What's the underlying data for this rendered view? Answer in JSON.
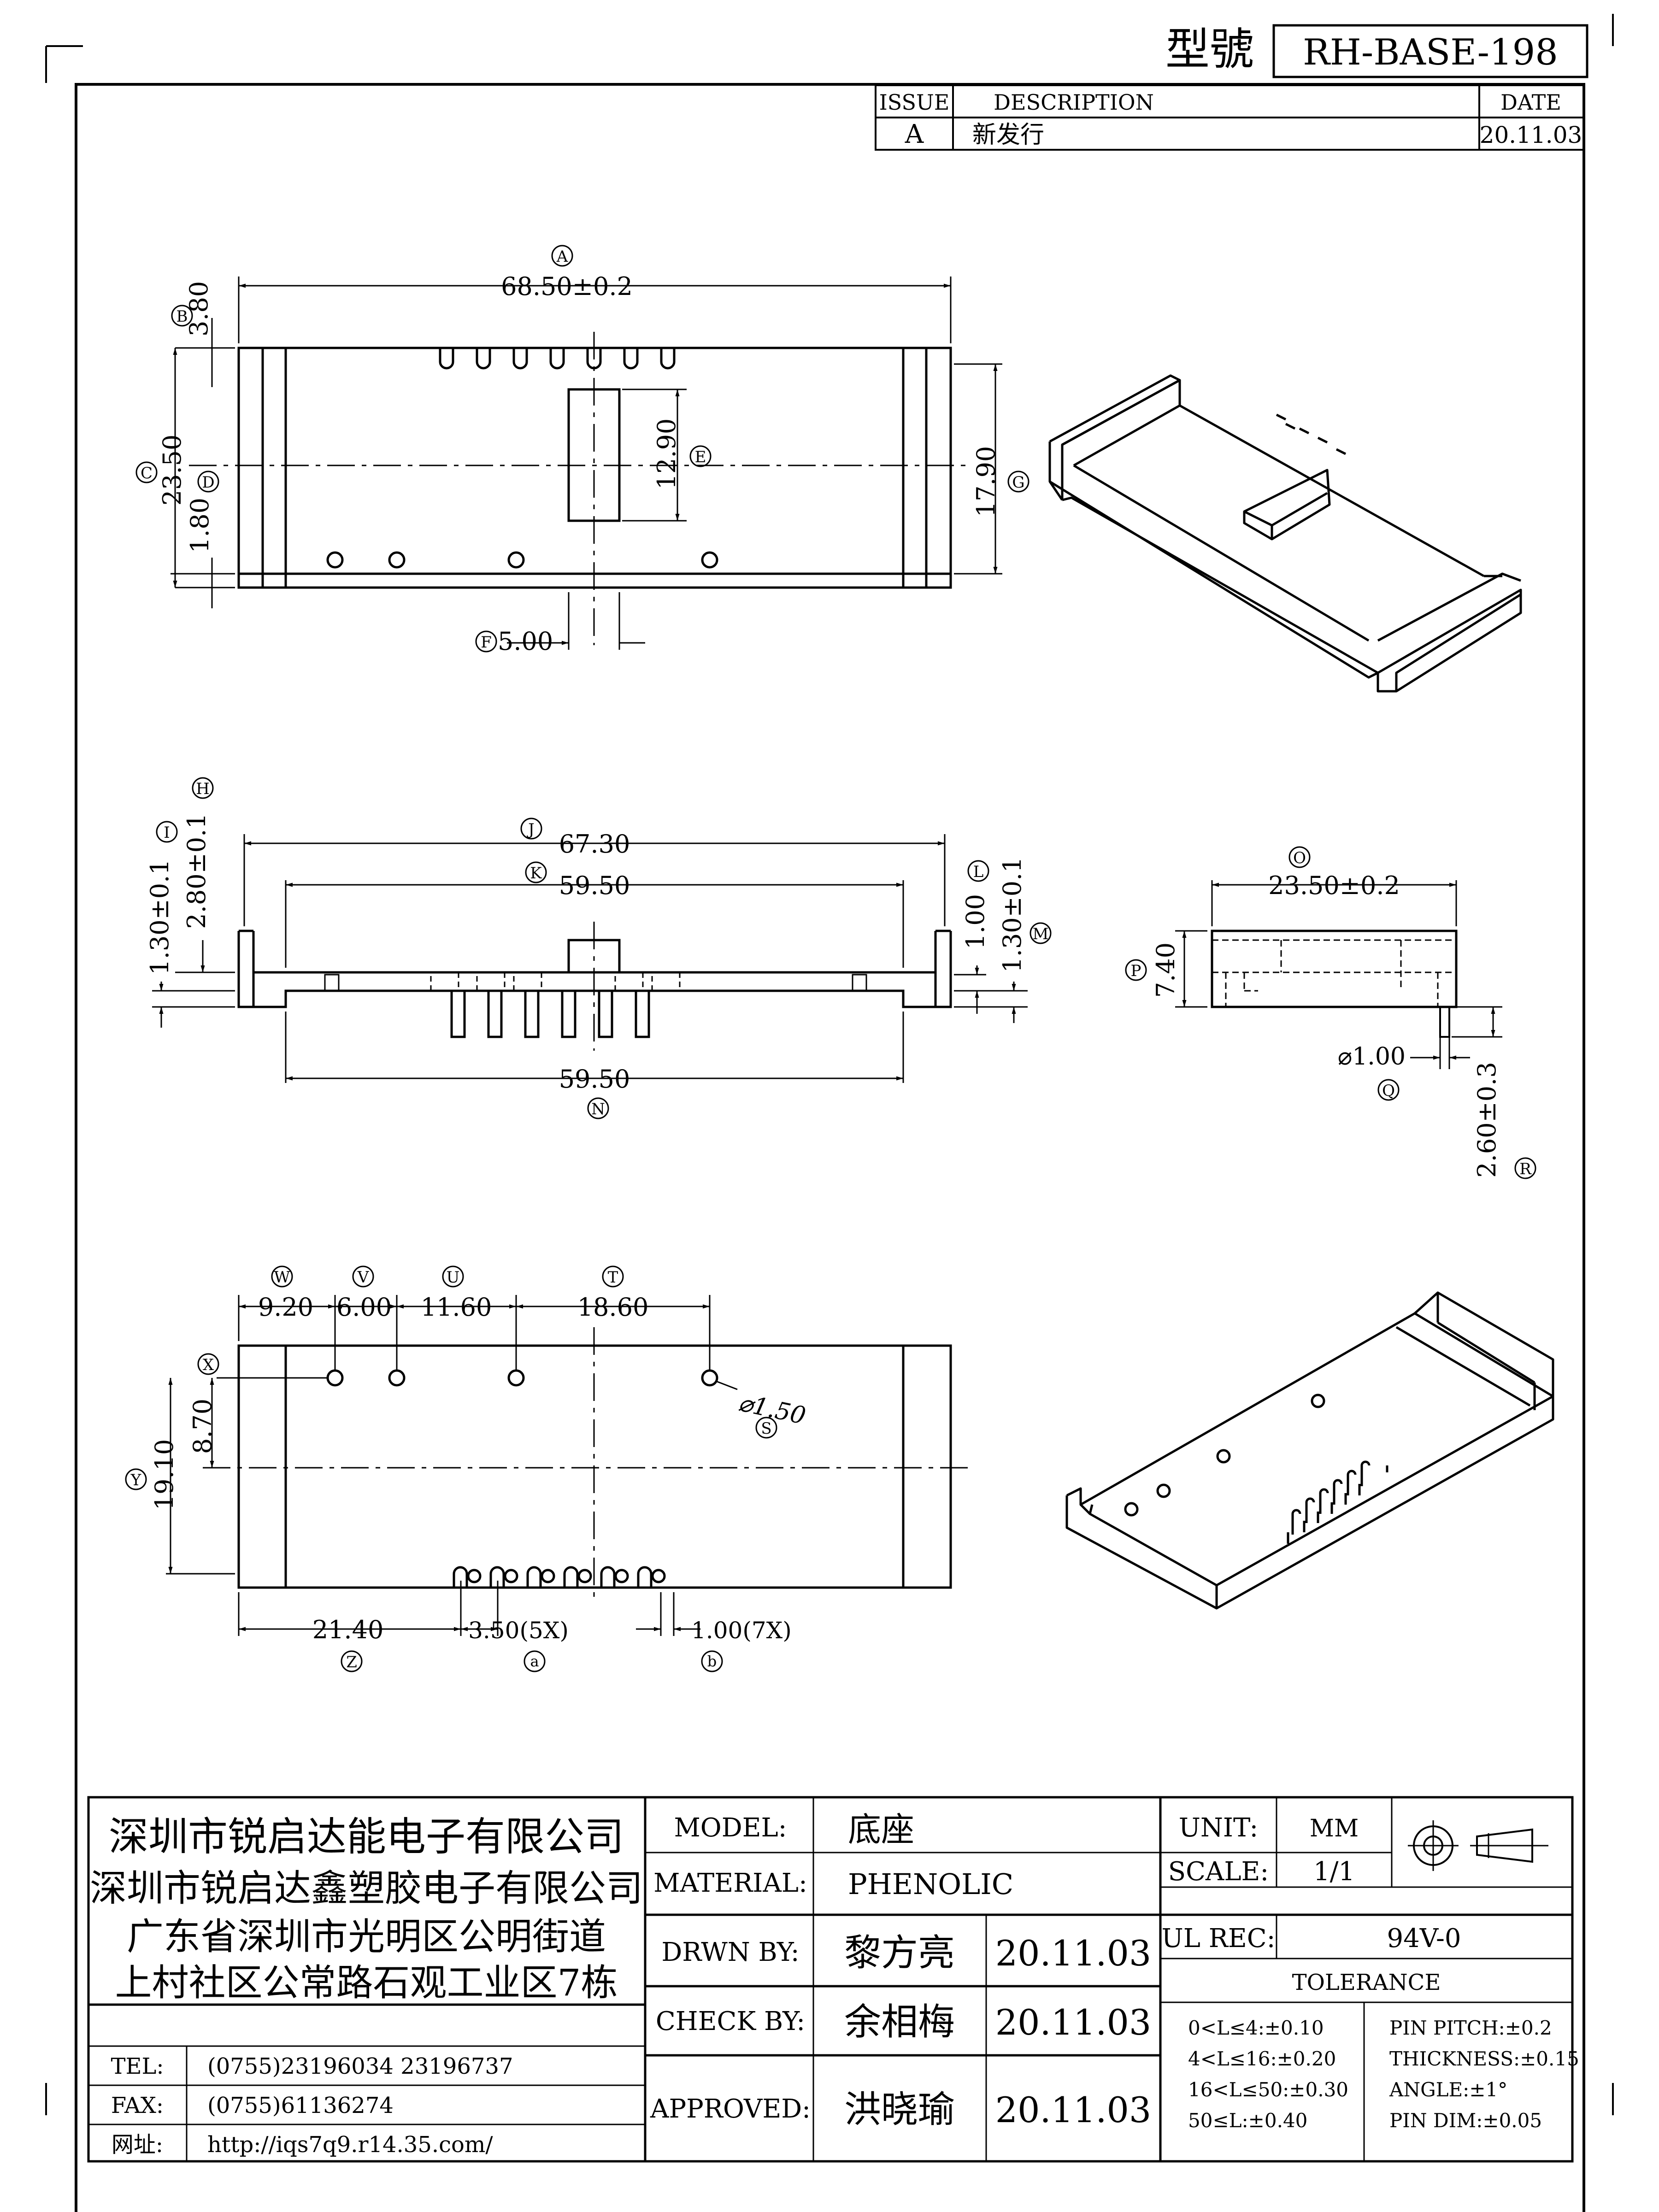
{
  "header": {
    "model_label": "型號",
    "part_number": "RH-BASE-198"
  },
  "revision": {
    "headers": [
      "ISSUE",
      "DESCRIPTION",
      "DATE"
    ],
    "row": {
      "issue": "A",
      "description": "新发行",
      "date": "20.11.03"
    }
  },
  "view_top": {
    "dims": {
      "A": "68.50±0.2",
      "B": "3.80",
      "C": "23.50",
      "D": "1.80",
      "E": "12.90",
      "F": "5.00",
      "G": "17.90"
    }
  },
  "view_front": {
    "dims": {
      "H": "2.80±0.1",
      "I": "1.30±0.1",
      "J": "67.30",
      "K": "59.50",
      "L": "1.00",
      "M": "1.30±0.1",
      "N": "59.50"
    }
  },
  "view_side": {
    "dims": {
      "O": "23.50±0.2",
      "P": "7.40",
      "Q": "⌀1.00",
      "R": "2.60±0.3"
    }
  },
  "view_bottom": {
    "dims": {
      "W": "9.20",
      "V": "6.00",
      "U": "11.60",
      "T": "18.60",
      "S": "⌀1.50",
      "X": "8.70",
      "Y": "19.10",
      "Z": "21.40",
      "a": "3.50(5X)",
      "b": "1.00(7X)"
    }
  },
  "title_block": {
    "company": [
      "深圳市锐启达能电子有限公司",
      "深圳市锐启达鑫塑胶电子有限公司",
      "广东省深圳市光明区公明街道",
      "上村社区公常路石观工业区7栋"
    ],
    "contacts": [
      {
        "label": "TEL:",
        "value": "(0755)23196034  23196737"
      },
      {
        "label": "FAX:",
        "value": "(0755)61136274"
      },
      {
        "label": "网址:",
        "value": "http://iqs7q9.r14.35.com/"
      }
    ],
    "model_label": "MODEL:",
    "model_value": "底座",
    "material_label": "MATERIAL:",
    "material_value": "PHENOLIC",
    "drawn_label": "DRWN BY:",
    "drawn_name": "黎方亮",
    "drawn_date": "20.11.03",
    "check_label": "CHECK BY:",
    "check_name": "余相梅",
    "check_date": "20.11.03",
    "approved_label": "APPROVED:",
    "approved_name": "洪晓瑜",
    "approved_date": "20.11.03",
    "unit_label": "UNIT:",
    "unit_value": "MM",
    "scale_label": "SCALE:",
    "scale_value": "1/1",
    "ul_label": "UL REC:",
    "ul_value": "94V-0",
    "tolerance_label": "TOLERANCE",
    "tolerance_left": [
      "0<L≤4:±0.10",
      "4<L≤16:±0.20",
      "16<L≤50:±0.30",
      "50≤L:±0.40"
    ],
    "tolerance_right": [
      "PIN PITCH:±0.2",
      "THICKNESS:±0.15",
      "ANGLE:±1°",
      "PIN DIM:±0.05"
    ]
  }
}
